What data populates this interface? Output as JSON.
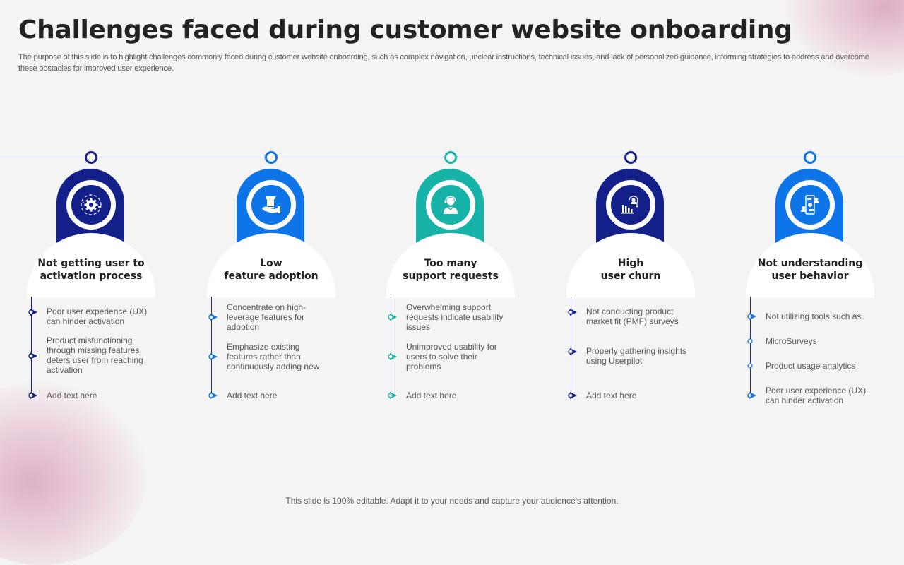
{
  "slide": {
    "title": "Challenges faced during customer website onboarding",
    "subtitle": "The purpose of this slide is to highlight challenges commonly faced during customer website onboarding, such as complex navigation, unclear instructions, technical issues, and lack of personalized guidance, informing strategies to address and overcome these obstacles for improved user experience.",
    "footer": "This slide is 100% editable. Adapt it to your needs and capture your audience's attention."
  },
  "colors": {
    "navy": "#14208a",
    "blue": "#0d75e8",
    "teal": "#17b3a8",
    "text_dark": "#222222",
    "text_body": "#555555",
    "background": "#f4f4f4"
  },
  "cards": [
    {
      "heading": "Not getting user to activation process",
      "heading_line1": "Not getting user to",
      "heading_line2": "activation process",
      "icon": "gear-cycle-icon",
      "color": "#14208a",
      "items": [
        "Poor user experience (UX) can hinder activation",
        "Product misfunctioning through missing features deters user from reaching activation",
        "Add text here"
      ]
    },
    {
      "heading": "Low feature adoption",
      "heading_line1": "Low",
      "heading_line2": "feature adoption",
      "icon": "hand-holding-box-icon",
      "color": "#0d75e8",
      "items": [
        "Concentrate on high-leverage features for adoption",
        "Emphasize existing features rather than continuously adding new",
        "Add text here"
      ]
    },
    {
      "heading": "Too many support requests",
      "heading_line1": "Too many",
      "heading_line2": "support requests",
      "icon": "support-agent-icon",
      "color": "#17b3a8",
      "items": [
        "Overwhelming support requests indicate usability issues",
        "Unimproved usability for users to solve their problems",
        "Add text here"
      ]
    },
    {
      "heading": "High user churn",
      "heading_line1": "High",
      "heading_line2": "user churn",
      "icon": "user-churn-chart-icon",
      "color": "#14208a",
      "items": [
        "Not conducting product market fit (PMF) surveys",
        "Properly gathering insights using Userpilot",
        "Add text here"
      ]
    },
    {
      "heading": "Not understanding user behavior",
      "heading_line1": "Not understanding",
      "heading_line2": "user behavior",
      "icon": "user-chat-phone-icon",
      "color": "#0d75e8",
      "items": [
        "Not utilizing tools such as",
        "MicroSurveys",
        "Product usage analytics",
        "Poor user experience (UX) can hinder activation"
      ]
    }
  ]
}
